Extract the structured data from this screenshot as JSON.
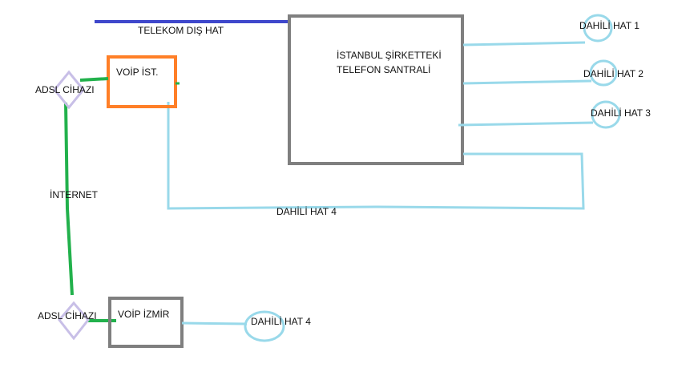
{
  "labels": {
    "telekom": "TELEKOM DIŞ HAT",
    "santral_line1": "İSTANBUL  ŞİRKETTEKİ",
    "santral_line2": "TELEFON SANTRALİ",
    "voip_ist": "VOİP  İST.",
    "adsl_top": "ADSL CİHAZI",
    "internet": "İNTERNET",
    "adsl_bottom": "ADSL CİHAZI",
    "voip_izmir": "VOİP İZMİR",
    "dahili_1": "DAHİLİ HAT 1",
    "dahili_2": "DAHİLİ HAT 2",
    "dahili_3": "DAHİLİ HAT 3",
    "dahili_4_loop": "DAHİLİ HAT 4",
    "dahili_4_izmir": "DAHİLİ HAT 4"
  },
  "colors": {
    "telekom_line": "#3f48cc",
    "internet_line": "#22b14c",
    "extension_line": "#99d9ea",
    "santral_box": "#7f7f7f",
    "voip_ist_box": "#ff7f27",
    "voip_izmir_box": "#7f7f7f",
    "adsl_diamond": "#c8bfe7"
  }
}
